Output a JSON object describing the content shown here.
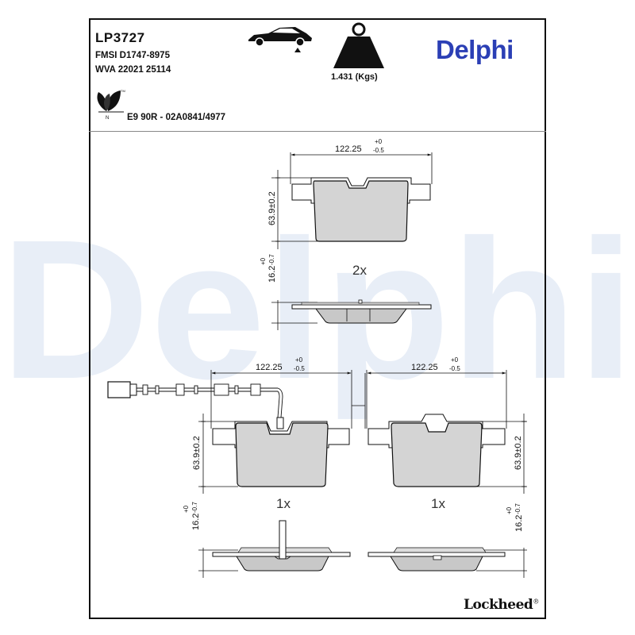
{
  "header": {
    "part_code": "LP3727",
    "fmsi": "FMSI D1747-8975",
    "wva": "WVA 22021 25114",
    "approval": "E9 90R - 02A0841/4977",
    "weight": "1.431 (Kgs)",
    "brand": "Delphi"
  },
  "watermark": "Delphi",
  "footer": {
    "brand": "Lockheed",
    "reg_mark": "®"
  },
  "icons": [
    "car-icon",
    "weight-icon",
    "eco-leaf-icon"
  ],
  "colors": {
    "brand_blue": "#2b3fb5",
    "pad_fill": "#d4d4d4",
    "watermark": "#e8eef7"
  },
  "drawings": {
    "top_pad": {
      "width_dim": "122.25",
      "width_tol_upper": "+0",
      "width_tol_lower": "-0.5",
      "height_dim": "63.9±0.2",
      "thickness_dim": "16.2",
      "thickness_tol_upper": "+0",
      "thickness_tol_lower": "-0.7",
      "quantity": "2x"
    },
    "left_pad": {
      "width_dim": "122.25",
      "width_tol_upper": "+0",
      "width_tol_lower": "-0.5",
      "height_dim": "63.9±0.2",
      "thickness_dim": "16.2",
      "thickness_tol_upper": "+0",
      "thickness_tol_lower": "-0.7",
      "quantity": "1x"
    },
    "right_pad": {
      "width_dim": "122.25",
      "width_tol_upper": "+0",
      "width_tol_lower": "-0.5",
      "height_dim": "63.9±0.2",
      "thickness_dim": "16.2",
      "thickness_tol_upper": "+0",
      "thickness_tol_lower": "-0.7",
      "quantity": "1x"
    }
  }
}
